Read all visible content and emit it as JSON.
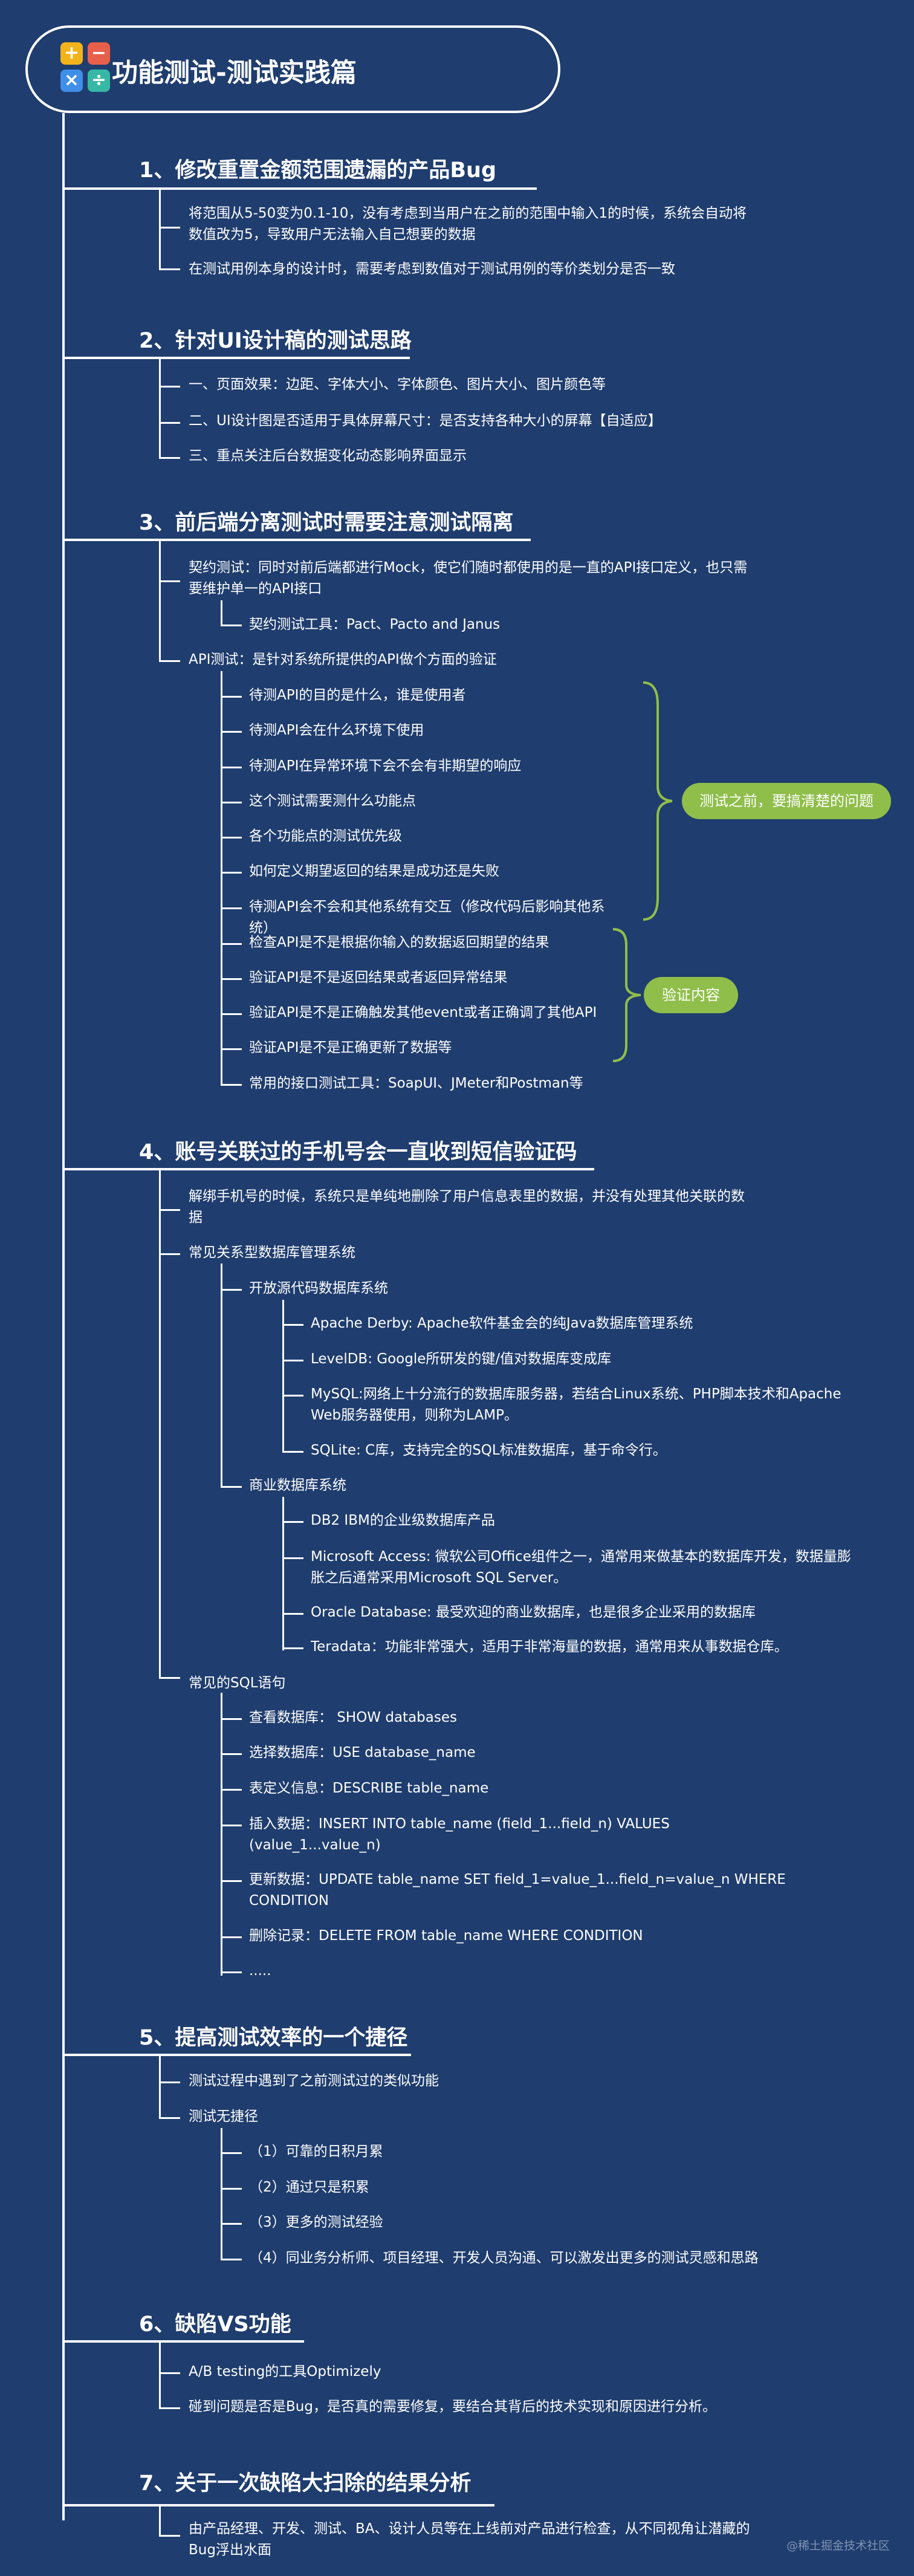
{
  "root": {
    "title": "功能测试-测试实践篇",
    "icon": "calculator-icon"
  },
  "sections": [
    {
      "title": "1、修改重置金额范围遗漏的产品Bug",
      "items": [
        "将范围从5-50变为0.1-10，没有考虑到当用户在之前的范围中输入1的时候，系统会自动将数值改为5，导致用户无法输入自己想要的数据",
        "在测试用例本身的设计时，需要考虑到数值对于测试用例的等价类划分是否一致"
      ]
    },
    {
      "title": "2、针对UI设计稿的测试思路",
      "items": [
        "一、页面效果：边距、字体大小、字体颜色、图片大小、图片颜色等",
        "二、UI设计图是否适用于具体屏幕尺寸：是否支持各种大小的屏幕【自适应】",
        "三、重点关注后台数据变化动态影响界面显示"
      ]
    },
    {
      "title": "3、前后端分离测试时需要注意测试隔离",
      "contract": "契约测试：同时对前后端都进行Mock，使它们随时都使用的是一直的API接口定义，也只需要维护单一的API接口",
      "contract_tool": "契约测试工具：Pact、Pacto and Janus",
      "api": "API测试：是针对系统所提供的API做个方面的验证",
      "api_items": [
        "待测API的目的是什么，谁是使用者",
        "待测API会在什么环境下使用",
        "待测API在异常环境下会不会有非期望的响应",
        "这个测试需要测什么功能点",
        "各个功能点的测试优先级",
        "如何定义期望返回的结果是成功还是失败",
        "待测API会不会和其他系统有交互（修改代码后影响其他系统）",
        "检查API是不是根据你输入的数据返回期望的结果",
        "验证API是不是返回结果或者返回异常结果",
        "验证API是不是正确触发其他event或者正确调了其他API",
        "验证API是不是正确更新了数据等",
        "常用的接口测试工具：SoapUI、JMeter和Postman等"
      ],
      "bracket1": "测试之前，要搞清楚的问题",
      "bracket2": "验证内容"
    },
    {
      "title": "4、账号关联过的手机号会一直收到短信验证码",
      "item1": "解绑手机号的时候，系统只是单纯地删除了用户信息表里的数据，并没有处理其他关联的数据",
      "db_label": "常见关系型数据库管理系统",
      "open_label": "开放源代码数据库系统",
      "open_items": [
        "Apache Derby: Apache软件基金会的纯Java数据库管理系统",
        "LevelDB: Google所研发的键/值对数据库变成库",
        "MySQL:网络上十分流行的数据库服务器，若结合Linux系统、PHP脚本技术和Apache Web服务器使用，则称为LAMP。",
        "SQLite: C库，支持完全的SQL标准数据库，基于命令行。"
      ],
      "com_label": "商业数据库系统",
      "com_items": [
        "DB2 IBM的企业级数据库产品",
        "Microsoft Access: 微软公司Office组件之一，通常用来做基本的数据库开发，数据量膨胀之后通常采用Microsoft SQL Server。",
        "Oracle Database: 最受欢迎的商业数据库，也是很多企业采用的数据库",
        "Teradata：功能非常强大，适用于非常海量的数据，通常用来从事数据仓库。"
      ],
      "sql_label": "常见的SQL语句",
      "sql_items": [
        "查看数据库： SHOW databases",
        "选择数据库：USE database_name",
        "表定义信息：DESCRIBE table_name",
        "插入数据：INSERT INTO table_name (field_1...field_n) VALUES (value_1...value_n)",
        "更新数据：UPDATE table_name SET field_1=value_1...field_n=value_n WHERE CONDITION",
        "删除记录：DELETE FROM table_name WHERE CONDITION",
        "....."
      ]
    },
    {
      "title": "5、提高测试效率的一个捷径",
      "item1": "测试过程中遇到了之前测试过的类似功能",
      "item2": "测试无捷径",
      "sub": [
        "（1）可靠的日积月累",
        "（2）通过只是积累",
        "（3）更多的测试经验",
        "（4）同业务分析师、项目经理、开发人员沟通、可以激发出更多的测试灵感和思路"
      ]
    },
    {
      "title": "6、缺陷VS功能",
      "items": [
        "A/B testing的工具Optimizely",
        "碰到问题是否是Bug，是否真的需要修复，要结合其背后的技术实现和原因进行分析。"
      ]
    },
    {
      "title": "7、关于一次缺陷大扫除的结果分析",
      "items": [
        "由产品经理、开发、测试、BA、设计人员等在上线前对产品进行检查，从不同视角让潜藏的Bug浮出水面"
      ]
    }
  ],
  "watermark": "@稀土掘金技术社区",
  "colors": {
    "background": "#1f3d6e",
    "highlight": "#8fbe4a",
    "line": "#ffffff"
  }
}
